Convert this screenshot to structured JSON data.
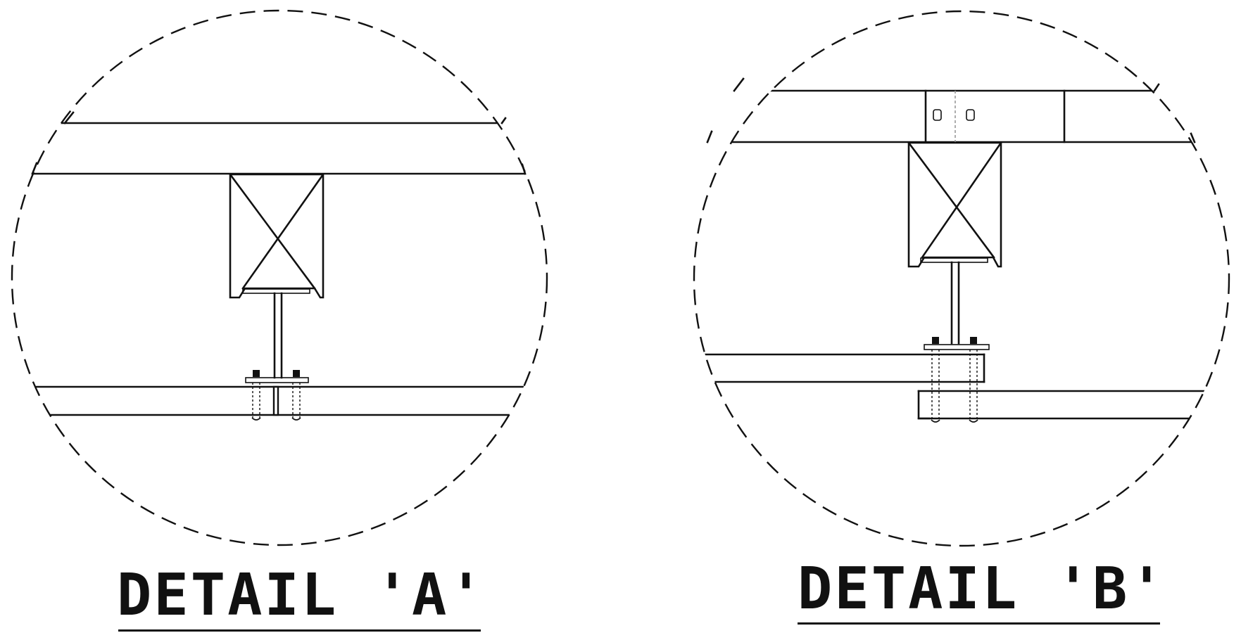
{
  "details": [
    {
      "id": "A",
      "label": "DETAIL 'A'"
    },
    {
      "id": "B",
      "label": "DETAIL 'B'"
    }
  ],
  "colors": {
    "ink": "#111111",
    "background": "#ffffff",
    "centerline": "#999999"
  }
}
